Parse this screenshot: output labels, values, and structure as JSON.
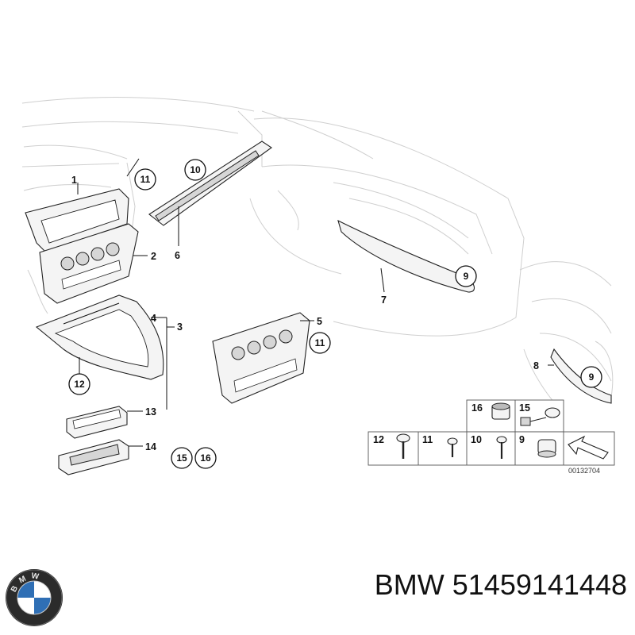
{
  "callouts": {
    "n1": "1",
    "n2": "2",
    "n3": "3",
    "n4": "4",
    "n5": "5",
    "n6": "6",
    "n7": "7",
    "n8": "8",
    "n9": "9",
    "n10": "10",
    "n11": "11",
    "n12": "12",
    "n13": "13",
    "n14": "14",
    "n15": "15",
    "n16": "16"
  },
  "hardware_box": {
    "cells": [
      "12",
      "11",
      "10",
      "9"
    ],
    "top_cells": [
      "16",
      "15"
    ]
  },
  "diagram_code": "00132704",
  "logo": {
    "lettering": "BMW"
  },
  "brand": {
    "name": "BMW",
    "part_number": "51459141448"
  }
}
